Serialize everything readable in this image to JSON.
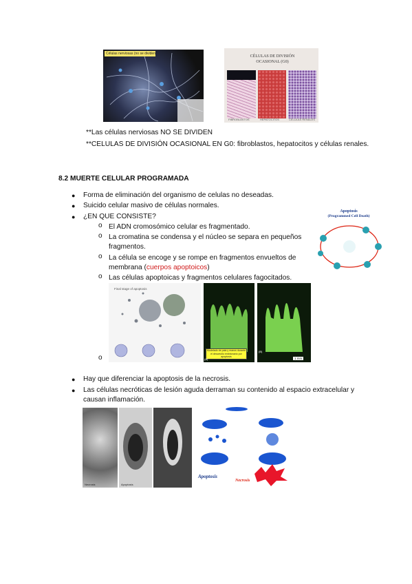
{
  "images": {
    "neurons_label": "Células nerviosas (no se dividen)",
    "division_title": "CÉLULAS DE DIVISIÓN OCASIONAL (G0)",
    "division_panels": [
      "FIBROBLASTOS",
      "HEPATOCITOS",
      "CELULAS RENALES"
    ],
    "apoptosis_title": "Apoptosis",
    "apoptosis_subtitle": "(Programmed Cell Death)",
    "apoptosis_first_stage": "Final stage of apoptosis",
    "yellow_note": "Modelado de pala y manos durante el desarrollo embrionario por apoptosis",
    "scale": "1 mm",
    "panel_a": "(A)",
    "panel_b": "(B)",
    "necrosis_label": "Necrosis",
    "apoptosis_small_label": "Apoptosis",
    "apoptosis_big_label": "Apoptosis",
    "necrosis_big_label": "Necrosis"
  },
  "notes": {
    "line1": "**Las células nerviosas NO SE DIVIDEN",
    "line2": "**CELULAS DE DIVISIÓN OCASIONAL EN G0: fibroblastos, hepatocitos y células renales."
  },
  "section": {
    "heading": "8.2 MUERTE CELULAR PROGRAMADA",
    "bullets": [
      "Forma de eliminación del organismo de celulas no deseadas.",
      "Suicido celular masivo de células normales.",
      "¿EN QUE CONSISTE?"
    ],
    "sub": {
      "s1": "El ADN cromosómico celular es fragmentado.",
      "s2a": "La cromatina se condensa y el núcleo se separa en pequeños",
      "s2b": "fragmentos.",
      "s3a": "La célula se encoge y se rompe en fragmentos envueltos de",
      "s3b": "membrana (",
      "s3red": "cuerpos apoptoicos",
      "s3c": ")",
      "s4": "Las células apoptoicas y fragmentos celulares fagocitados."
    },
    "bullets2": [
      "Hay que diferenciar la apoptosis de la necrosis.",
      "Las células necróticas de lesión aguda derraman su contenido al espacio extracelular y",
      "causan inflamación."
    ]
  }
}
